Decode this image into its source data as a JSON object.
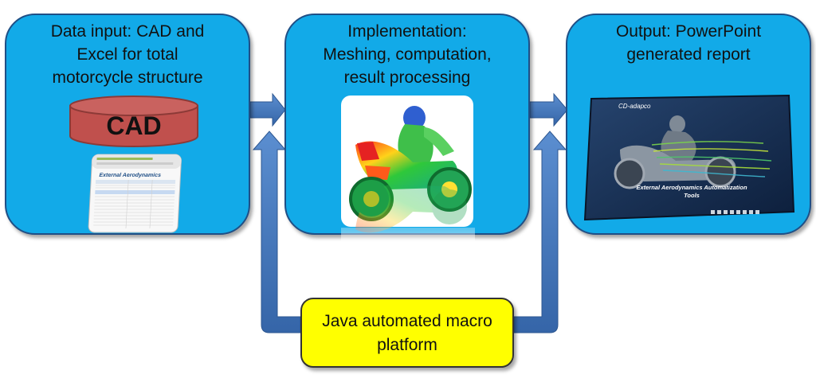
{
  "box1": {
    "title_lines": [
      "Data input: CAD and",
      "Excel for total",
      "motorcycle structure"
    ]
  },
  "box2": {
    "title_lines": [
      "Implementation:",
      "Meshing, computation,",
      "result processing"
    ]
  },
  "box3": {
    "title_lines": [
      "Output: PowerPoint",
      "generated report"
    ]
  },
  "cad_label": "CAD",
  "spreadsheet": {
    "title": "External Aerodynamics"
  },
  "report": {
    "logo": "CD-adapco",
    "title_line1": "External Aerodynamics Automatization",
    "title_line2": "Tools"
  },
  "java_box": {
    "lines": [
      "Java automated macro",
      "platform"
    ]
  },
  "colors": {
    "box_fill": "#12aae8",
    "box_border": "#1f4f86",
    "arrow": "#3f73b8",
    "java_fill": "#ffff00",
    "cad_fill": "#c0504d"
  }
}
